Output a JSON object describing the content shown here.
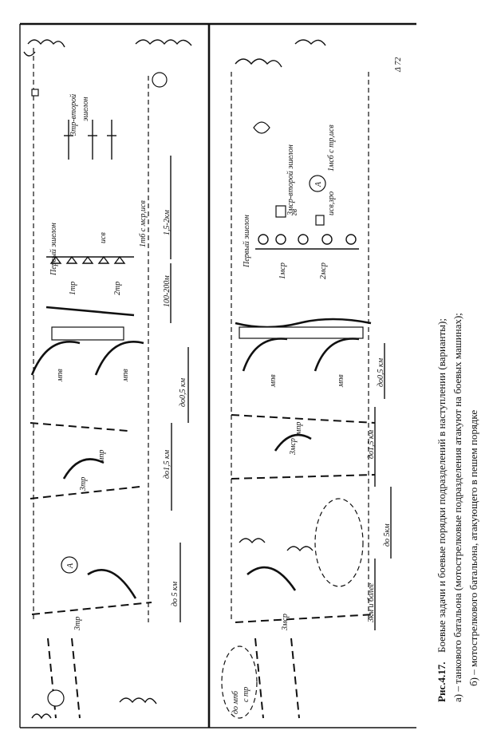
{
  "figure": {
    "caption_line1_prefix": "Рис.4.17.",
    "caption_line1": "Боевые задачи и боевые порядки подразделений в наступлении (варианты);",
    "caption_line2": "а) – танкового батальона (мотострелковые подразделения атакуют на боевых машинах);",
    "caption_line3": "б) – мотострелкового батальона, атакующего в пешем порядке"
  },
  "panel_a": {
    "letter": "А",
    "first_echelon": "Первый эшелон",
    "third_tr_second_echelon_1": "3тр-второй",
    "third_tr_second_echelon_2": "эшелон",
    "tr1": "1тр",
    "tr2": "2тр",
    "tr3": "3тр",
    "tr3b": "3тр",
    "isv": "исв",
    "tb_reserve": "1тб с мср,исв",
    "dist_1": "1,5-2км",
    "dist_2": "100-200м",
    "dist_3": "до0,5 км",
    "dist_4": "до1,5 км",
    "dist_5": "до 5 км",
    "mpv_1": "мпв",
    "mpv_2": "мпв",
    "mpr": "мпр"
  },
  "panel_b": {
    "letter": "А",
    "first_echelon": "Первый эшелон",
    "third_msr_second_echelon": "3мср-второй эшелон",
    "msb_with_tr": "1мсб с тр,исв",
    "msr1": "1мср",
    "msr2": "2мср",
    "msr3": "3мср",
    "msr3b": "3мср",
    "gv": "гв",
    "isv_zro": "исв,зро",
    "dist_1": "до0,5 км",
    "dist_2": "до1,5 км",
    "dist_3": "до 5км",
    "dist_4": "3км и более",
    "mpv_1": "мпв",
    "mpv_2": "мпв",
    "mpr": "мпр",
    "mpb_with_tr_1": "до мпб",
    "mpb_with_tr_2": "с тр"
  },
  "corner_mark": "Δ 72"
}
